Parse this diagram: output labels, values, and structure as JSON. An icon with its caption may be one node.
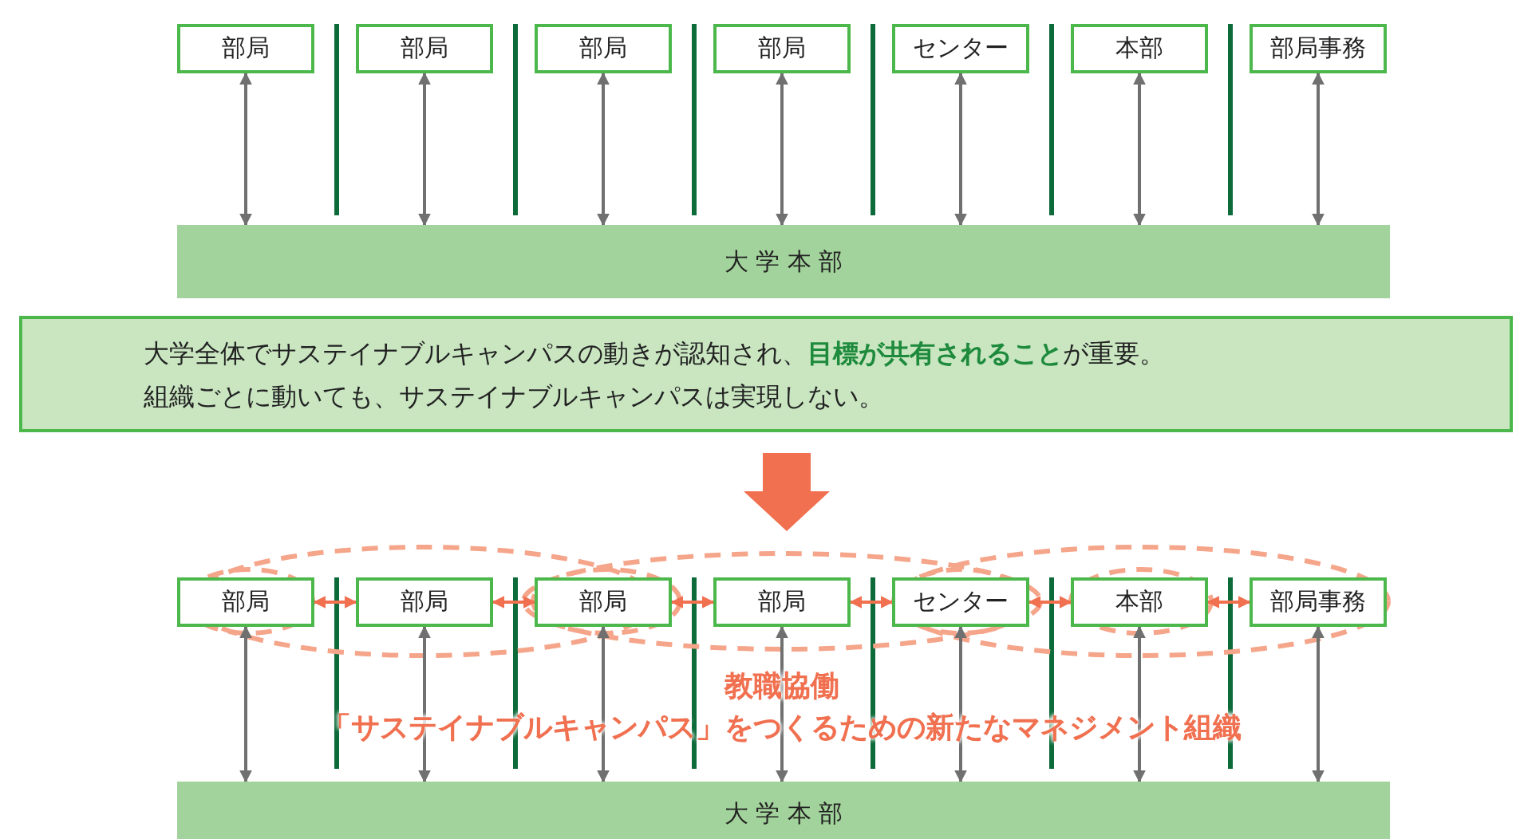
{
  "diagram": {
    "nodes": [
      {
        "text": [
          "部局"
        ]
      },
      {
        "text": [
          "部局"
        ]
      },
      {
        "text": [
          "部局"
        ]
      },
      {
        "text": [
          "部局"
        ]
      },
      {
        "text": [
          "センター"
        ]
      },
      {
        "text": [
          "本部"
        ]
      },
      {
        "text": [
          "部局事務"
        ]
      },
      {
        "text": [
          "大 学 本 部"
        ]
      },
      {
        "text": [
          "大学全体でサステイナブルキャンパスの動きが認知され、**目標が共有されること**が重要。",
          "組織ごとに動いても、サステイナブルキャンパスは実現しない。"
        ]
      },
      {
        "text": [
          "部局"
        ]
      },
      {
        "text": [
          "部局"
        ]
      },
      {
        "text": [
          "部局"
        ]
      },
      {
        "text": [
          "部局"
        ]
      },
      {
        "text": [
          "センター"
        ]
      },
      {
        "text": [
          "本部"
        ]
      },
      {
        "text": [
          "部局事務"
        ]
      },
      {
        "text": [
          "大 学 本 部"
        ]
      }
    ],
    "edges": [
      {
        "from": 0,
        "to": 7,
        "arrow": "both"
      },
      {
        "from": 1,
        "to": 7,
        "arrow": "both"
      },
      {
        "from": 2,
        "to": 7,
        "arrow": "both"
      },
      {
        "from": 3,
        "to": 7,
        "arrow": "both"
      },
      {
        "from": 4,
        "to": 7,
        "arrow": "both"
      },
      {
        "from": 5,
        "to": 7,
        "arrow": "both"
      },
      {
        "from": 6,
        "to": 7,
        "arrow": "both"
      },
      {
        "from": 9,
        "to": 10,
        "arrow": "both",
        "color": "#f07050"
      },
      {
        "from": 10,
        "to": 11,
        "arrow": "both",
        "color": "#f07050"
      },
      {
        "from": 11,
        "to": 12,
        "arrow": "both",
        "color": "#f07050"
      },
      {
        "from": 12,
        "to": 13,
        "arrow": "both",
        "color": "#f07050"
      },
      {
        "from": 13,
        "to": 14,
        "arrow": "both",
        "color": "#f07050"
      },
      {
        "from": 14,
        "to": 15,
        "arrow": "both",
        "color": "#f07050"
      },
      {
        "from": 8,
        "to": null,
        "arrow": "to",
        "style": "thick"
      },
      {
        "from": 9,
        "to": 16,
        "arrow": "both"
      },
      {
        "from": 10,
        "to": 16,
        "arrow": "both"
      },
      {
        "from": 11,
        "to": 16,
        "arrow": "both"
      },
      {
        "from": 12,
        "to": 16,
        "arrow": "both"
      },
      {
        "from": 13,
        "to": 16,
        "arrow": "both"
      },
      {
        "from": 14,
        "to": 16,
        "arrow": "both"
      },
      {
        "from": 15,
        "to": 16,
        "arrow": "both"
      }
    ],
    "labels": [
      "教職協働",
      "「サステイナブルキャンパス」をつくるための新たなマネジメント組織"
    ]
  }
}
